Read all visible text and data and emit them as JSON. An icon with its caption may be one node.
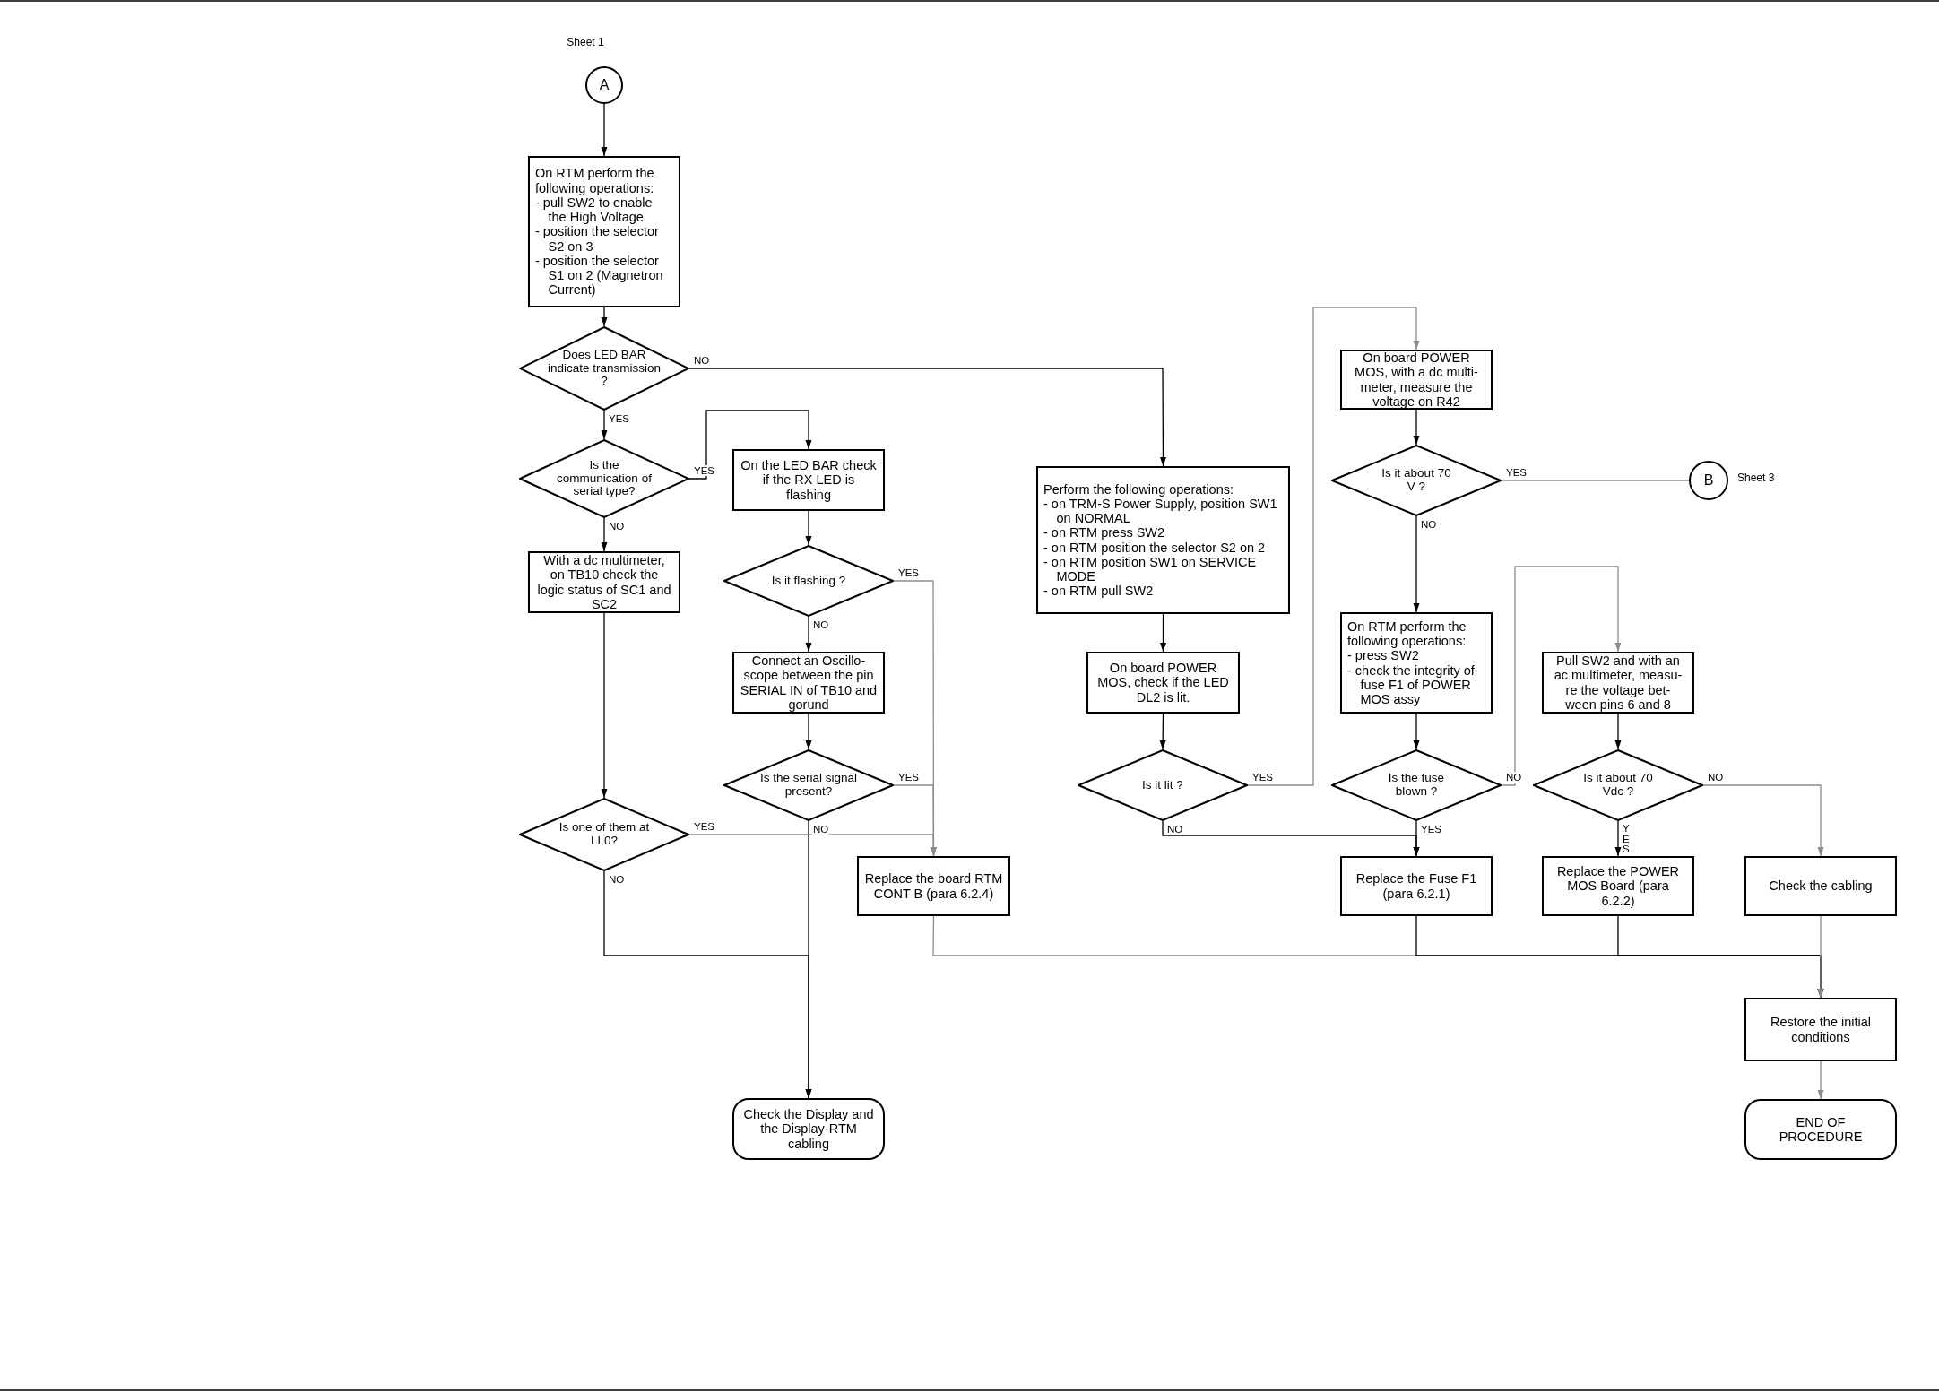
{
  "diagram": {
    "nodes": [
      {
        "text": [
          "A"
        ],
        "beside": [
          "Sheet 1"
        ]
      },
      {
        "text": [
          "On RTM perform the following operations:",
          "- pull SW2 to enable the High Voltage",
          "- position the selector S2 on 3",
          "- position the selector S1 on 2 (Magnetron Current)"
        ]
      },
      {
        "text": [
          "Does LED BAR indicate transmission ?"
        ]
      },
      {
        "text": [
          "Is the communication of serial type?"
        ]
      },
      {
        "text": [
          "With a dc multimeter, on TB10 check the logic status of SC1 and SC2"
        ]
      },
      {
        "text": [
          "On the LED BAR check if the RX LED is flashing"
        ]
      },
      {
        "text": [
          "Is it flashing ?"
        ]
      },
      {
        "text": [
          "Connect an Oscillo- scope between the pin SERIAL IN of TB10 and gorund"
        ]
      },
      {
        "text": [
          "Is the serial signal present?"
        ]
      },
      {
        "text": [
          "Is one of them at LL0?"
        ]
      },
      {
        "text": [
          "Replace the board RTM CONT B (para 6.2.4)"
        ]
      },
      {
        "text": [
          "Check the Display and the Display-RTM cabling"
        ]
      },
      {
        "text": [
          "Perform the following operations:",
          "- on TRM-S Power Supply, position SW1 on NORMAL",
          "- on RTM press SW2",
          "- on RTM position the selector S2 on 2",
          "- on RTM position SW1 on SERVICE MODE",
          "- on RTM pull SW2"
        ]
      },
      {
        "text": [
          "On board POWER MOS, check if the LED DL2 is lit."
        ]
      },
      {
        "text": [
          "Is it lit ?"
        ]
      },
      {
        "text": [
          "On board POWER MOS, with a dc multi- meter, measure the voltage on R42"
        ]
      },
      {
        "text": [
          "Is it about 70 V ?"
        ]
      },
      {
        "text": [
          "B"
        ],
        "beside": [
          "Sheet 3"
        ]
      },
      {
        "text": [
          "On RTM perform the following operations:",
          "- press SW2",
          "- check the integrity of fuse F1 of POWER MOS assy"
        ]
      },
      {
        "text": [
          "Is the fuse blown ?"
        ]
      },
      {
        "text": [
          "Pull SW2 and with an ac multimeter, measu- re the voltage bet- ween pins 6 and 8"
        ]
      },
      {
        "text": [
          "Is it about 70 Vdc ?"
        ]
      },
      {
        "text": [
          "Replace the Fuse F1 (para 6.2.1)"
        ]
      },
      {
        "text": [
          "Replace the POWER MOS Board (para 6.2.2)"
        ]
      },
      {
        "text": [
          "Check the cabling"
        ]
      },
      {
        "text": [
          "Restore the initial conditions"
        ]
      },
      {
        "text": [
          "END OF PROCEDURE"
        ]
      }
    ],
    "edges": [
      {
        "from": 0,
        "to": 1,
        "arrow": "to"
      },
      {
        "from": 1,
        "to": 2,
        "arrow": "to"
      },
      {
        "from": 2,
        "to": 12,
        "arrow": "to",
        "label": "NO"
      },
      {
        "from": 2,
        "to": 3,
        "arrow": "to",
        "label": "YES"
      },
      {
        "from": 3,
        "to": 5,
        "arrow": "to",
        "label": "YES"
      },
      {
        "from": 3,
        "to": 4,
        "arrow": "to",
        "label": "NO"
      },
      {
        "from": 4,
        "to": 9,
        "arrow": "to"
      },
      {
        "from": 5,
        "to": 6,
        "arrow": "to"
      },
      {
        "from": 6,
        "to": 7,
        "arrow": "to",
        "label": "NO"
      },
      {
        "from": 6,
        "to": 10,
        "arrow": "to",
        "label": "YES",
        "color": "#8c8c8c"
      },
      {
        "from": 7,
        "to": 8,
        "arrow": "to"
      },
      {
        "from": 8,
        "to": 10,
        "arrow": "to",
        "label": "YES",
        "color": "#8c8c8c"
      },
      {
        "from": 8,
        "to": 11,
        "arrow": "to",
        "label": "NO"
      },
      {
        "from": 9,
        "to": 10,
        "arrow": "to",
        "label": "YES",
        "color": "#8c8c8c"
      },
      {
        "from": 9,
        "to": 11,
        "arrow": "to",
        "label": "NO"
      },
      {
        "from": 10,
        "to": 25,
        "arrow": "to",
        "color": "#8c8c8c"
      },
      {
        "from": 12,
        "to": 13,
        "arrow": "to"
      },
      {
        "from": 13,
        "to": 14,
        "arrow": "to"
      },
      {
        "from": 14,
        "to": 15,
        "arrow": "to",
        "label": "YES",
        "color": "#8c8c8c"
      },
      {
        "from": 14,
        "to": 22,
        "arrow": "to",
        "label": "NO"
      },
      {
        "from": 15,
        "to": 16,
        "arrow": "to"
      },
      {
        "from": 16,
        "to": 17,
        "arrow": "none",
        "label": "YES",
        "color": "#8c8c8c"
      },
      {
        "from": 16,
        "to": 18,
        "arrow": "to",
        "label": "NO"
      },
      {
        "from": 18,
        "to": 19,
        "arrow": "to"
      },
      {
        "from": 19,
        "to": 22,
        "arrow": "to",
        "label": "YES"
      },
      {
        "from": 19,
        "to": 20,
        "arrow": "to",
        "label": "NO",
        "color": "#8c8c8c"
      },
      {
        "from": 20,
        "to": 21,
        "arrow": "to"
      },
      {
        "from": 21,
        "to": 23,
        "arrow": "to",
        "label": "YES"
      },
      {
        "from": 21,
        "to": 24,
        "arrow": "to",
        "label": "NO",
        "color": "#8c8c8c"
      },
      {
        "from": 22,
        "to": 25,
        "arrow": "to"
      },
      {
        "from": 23,
        "to": 25,
        "arrow": "to"
      },
      {
        "from": 24,
        "to": 25,
        "arrow": "to",
        "color": "#8c8c8c"
      },
      {
        "from": 25,
        "to": 26,
        "arrow": "to",
        "color": "#8c8c8c"
      }
    ]
  }
}
